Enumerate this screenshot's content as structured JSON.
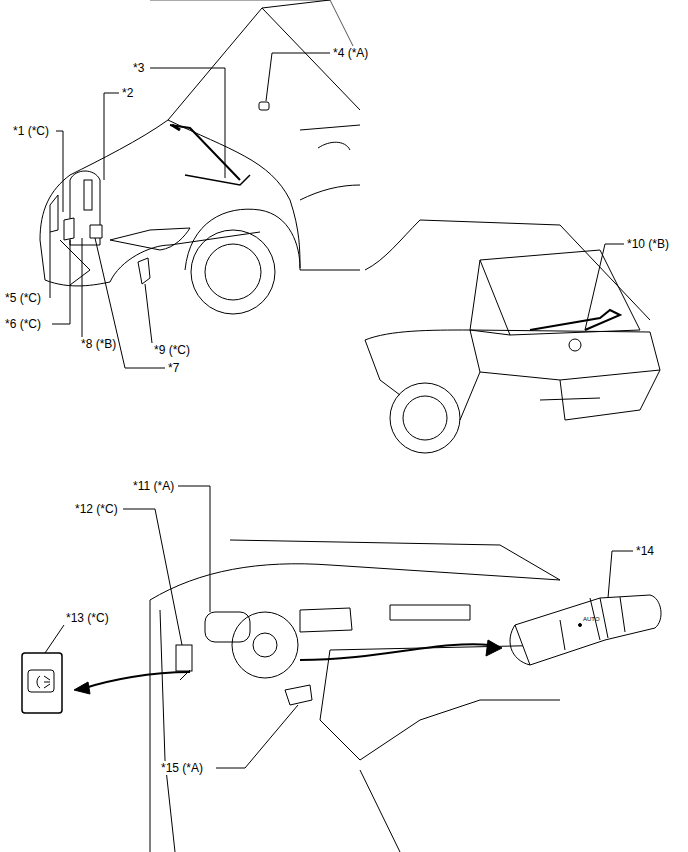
{
  "diagram": {
    "labels": [
      "*1 (*C)",
      "*2",
      "*3",
      "*4 (*A)",
      "*5 (*C)",
      "*6 (*C)",
      "*8 (*B)",
      "*7",
      "*9 (*C)",
      "*10 (*B)",
      "*11 (*A)",
      "*12 (*C)",
      "*13 (*C)",
      "*14",
      "*15 (*A)",
      "AUTO"
    ]
  }
}
